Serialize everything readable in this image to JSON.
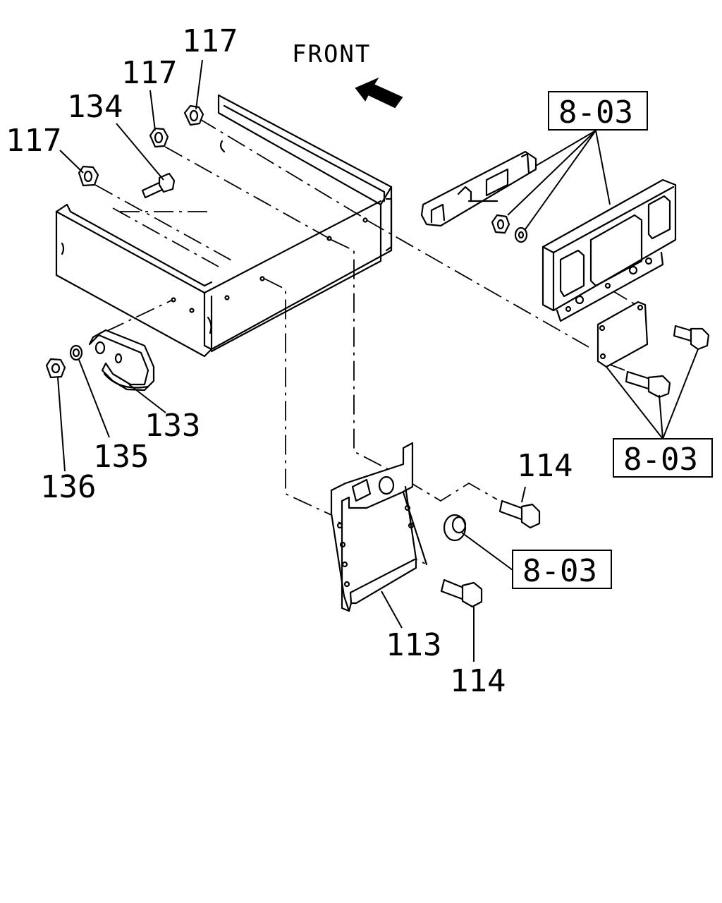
{
  "front_label": "FRONT",
  "callouts": {
    "c117a": "117",
    "c117b": "117",
    "c117c": "117",
    "c134": "134",
    "c133": "133",
    "c135": "135",
    "c136": "136",
    "c113": "113",
    "c114a": "114",
    "c114b": "114"
  },
  "references": {
    "ref1": "8-03",
    "ref2": "8-03",
    "ref3": "8-03"
  }
}
